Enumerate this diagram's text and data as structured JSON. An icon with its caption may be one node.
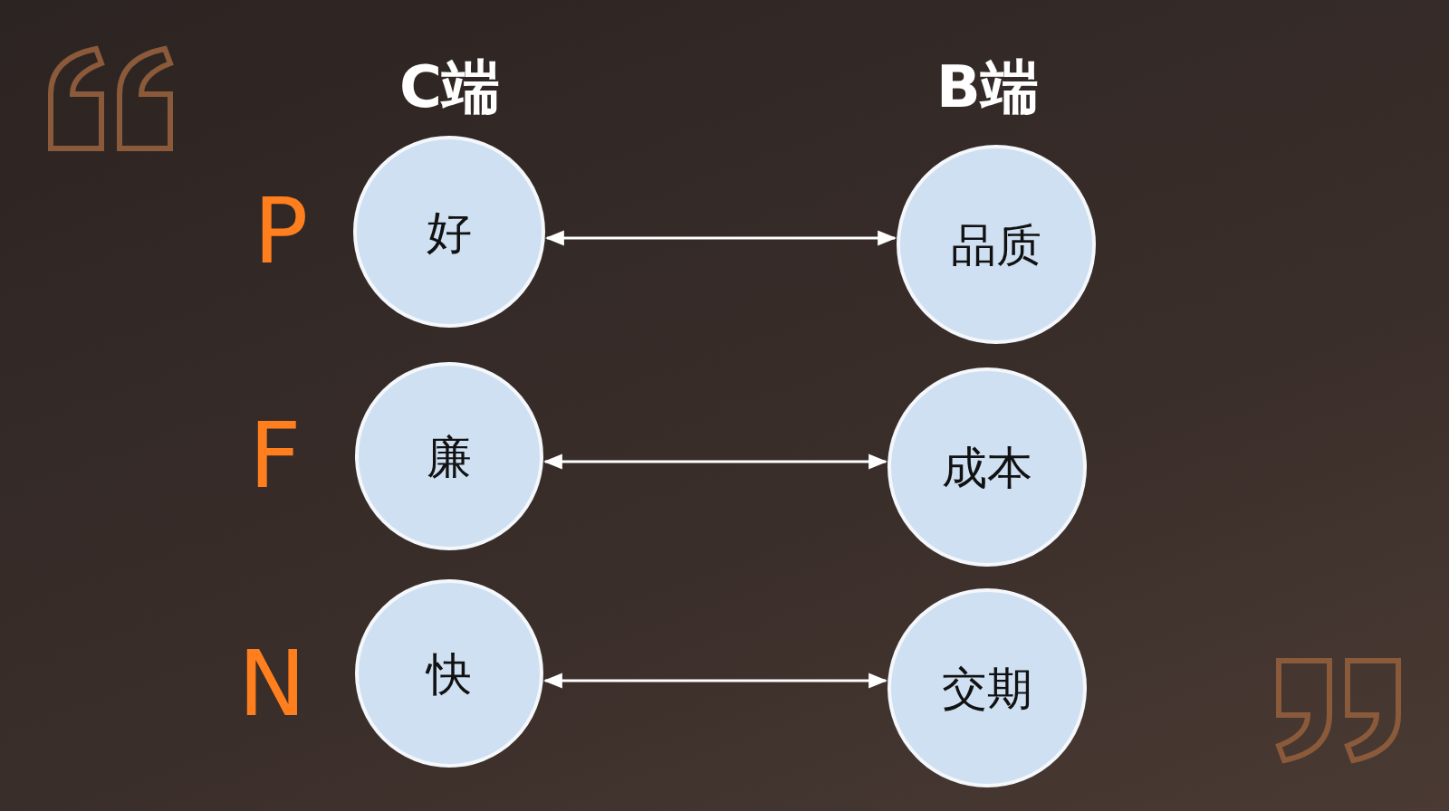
{
  "diagram": {
    "nodes": [
      {
        "text": [
          "好"
        ]
      },
      {
        "text": [
          "品质"
        ]
      },
      {
        "text": [
          "廉"
        ]
      },
      {
        "text": [
          "成本"
        ]
      },
      {
        "text": [
          "快"
        ]
      },
      {
        "text": [
          "交期"
        ]
      }
    ],
    "edges": [
      {
        "from": 0,
        "to": 1,
        "arrow": "both"
      },
      {
        "from": 2,
        "to": 3,
        "arrow": "both"
      },
      {
        "from": 4,
        "to": 5,
        "arrow": "both"
      }
    ],
    "labels": [
      "C端",
      "B端",
      "P",
      "F",
      "N"
    ]
  }
}
